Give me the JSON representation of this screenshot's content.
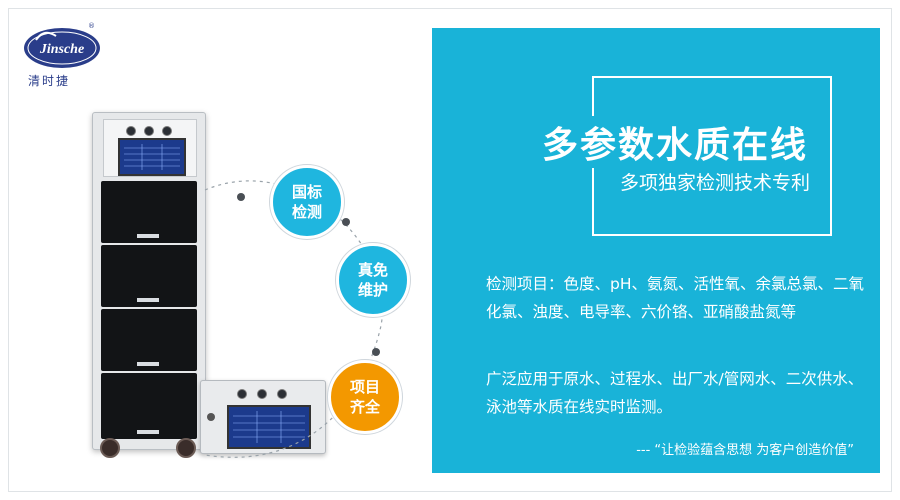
{
  "brand": {
    "logo_text": "Jinsche",
    "name_cn": "清时捷",
    "registered_mark": "®"
  },
  "features": [
    {
      "line1": "国标",
      "line2": "检测",
      "color": "#1fb6df"
    },
    {
      "line1": "真免",
      "line2": "维护",
      "color": "#1fb6df"
    },
    {
      "line1": "项目",
      "line2": "齐全",
      "color": "#f39800"
    }
  ],
  "panel": {
    "headline": "多参数水质在线",
    "subhead": "多项独家检测技术专利",
    "para1": "检测项目：色度、pH、氨氮、活性氧、余氯总氯、二氧化氯、浊度、电导率、六价铬、亚硝酸盐氮等",
    "para2": "广泛应用于原水、过程水、出厂水/管网水、二次供水、泳池等水质在线实时监测。",
    "slogan": "---  “让检验蕴含思想 为客户创造价值”",
    "bg_color": "#19b3d8"
  }
}
